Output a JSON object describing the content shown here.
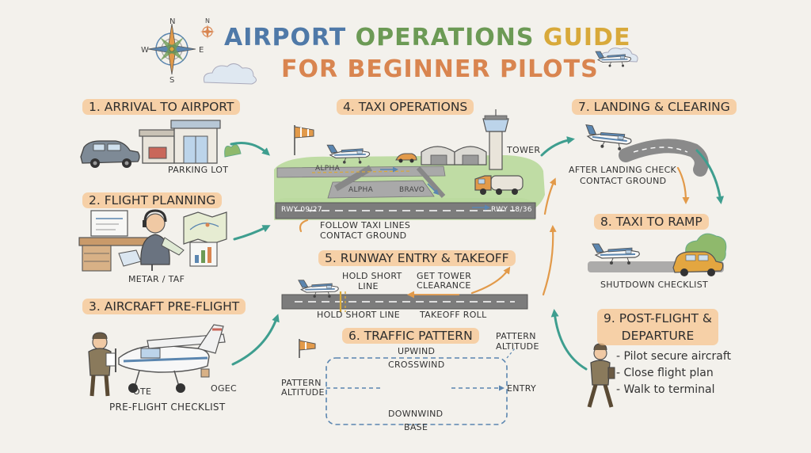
{
  "title": {
    "line1": "AIRPORT OPERATIONS GUIDE",
    "line2": "FOR BEGINNER PILOTS"
  },
  "compass": {
    "n": "N",
    "s": "S",
    "e": "E",
    "w": "W",
    "n2": "N"
  },
  "sections": {
    "s1": {
      "heading": "1. ARRIVAL TO AIRPORT",
      "caption": "PARKING LOT"
    },
    "s2": {
      "heading": "2. FLIGHT PLANNING",
      "caption": "METAR / TAF"
    },
    "s3": {
      "heading": "3. AIRCRAFT PRE-FLIGHT",
      "caption": "PRE-FLIGHT CHECKLIST",
      "label_a": "OTE",
      "label_b": "OGEC"
    },
    "s4": {
      "heading": "4. TAXI OPERATIONS",
      "tower": "TOWER",
      "alpha1": "ALPHA",
      "alpha2": "ALPHA",
      "bravo": "BRAVO",
      "rwy_left": "RWY 09/27",
      "rwy_right": "RWY 18/36",
      "caption1": "FOLLOW TAXI LINES",
      "caption2": "CONTACT GROUND"
    },
    "s5": {
      "heading": "5. RUNWAY ENTRY & TAKEOFF",
      "hold_short1": "HOLD SHORT",
      "hold_short2": "LINE",
      "tower_clear1": "GET TOWER",
      "tower_clear2": "CLEARANCE",
      "hold_short_line": "HOLD SHORT LINE",
      "takeoff_roll": "TAKEOFF ROLL"
    },
    "s6": {
      "heading": "6. TRAFFIC PATTERN",
      "upwind": "UPWIND",
      "crosswind": "CROSSWIND",
      "downwind": "DOWNWIND",
      "base": "BASE",
      "entry": "ENTRY",
      "pa_left1": "PATTERN",
      "pa_left2": "ALTITUDE",
      "pa_right1": "PATTERN",
      "pa_right2": "ALTITUDE"
    },
    "s7": {
      "heading": "7. LANDING & CLEARING",
      "caption1": "AFTER LANDING CHECK",
      "caption2": "CONTACT GROUND"
    },
    "s8": {
      "heading": "8. TAXI TO RAMP",
      "caption": "SHUTDOWN CHECKLIST"
    },
    "s9": {
      "heading1": "9. POST-FLIGHT &",
      "heading2": "DEPARTURE",
      "items": [
        "- Pilot secure aircraft",
        "- Close flight plan",
        "- Walk to terminal"
      ]
    }
  },
  "colors": {
    "title_blue": "#4f79a8",
    "title_green": "#6c9a55",
    "title_yellow": "#d8a93a",
    "title_orange": "#d98550",
    "highlight": "#f7c48c",
    "arrow_teal": "#3e9e8f",
    "arrow_orange": "#e29a4a",
    "plane_blue": "#5b86b0",
    "grass": "#a9cf86",
    "runway": "#7c7c7c"
  },
  "icons": [
    "compass-rose-icon",
    "car-icon",
    "building-icon",
    "airplane-icon",
    "pilot-icon",
    "map-icon",
    "chart-icon",
    "windsock-icon",
    "tower-icon",
    "hangar-icon",
    "fuel-truck-icon",
    "tree-icon",
    "cloud-icon",
    "arrow-icon"
  ]
}
